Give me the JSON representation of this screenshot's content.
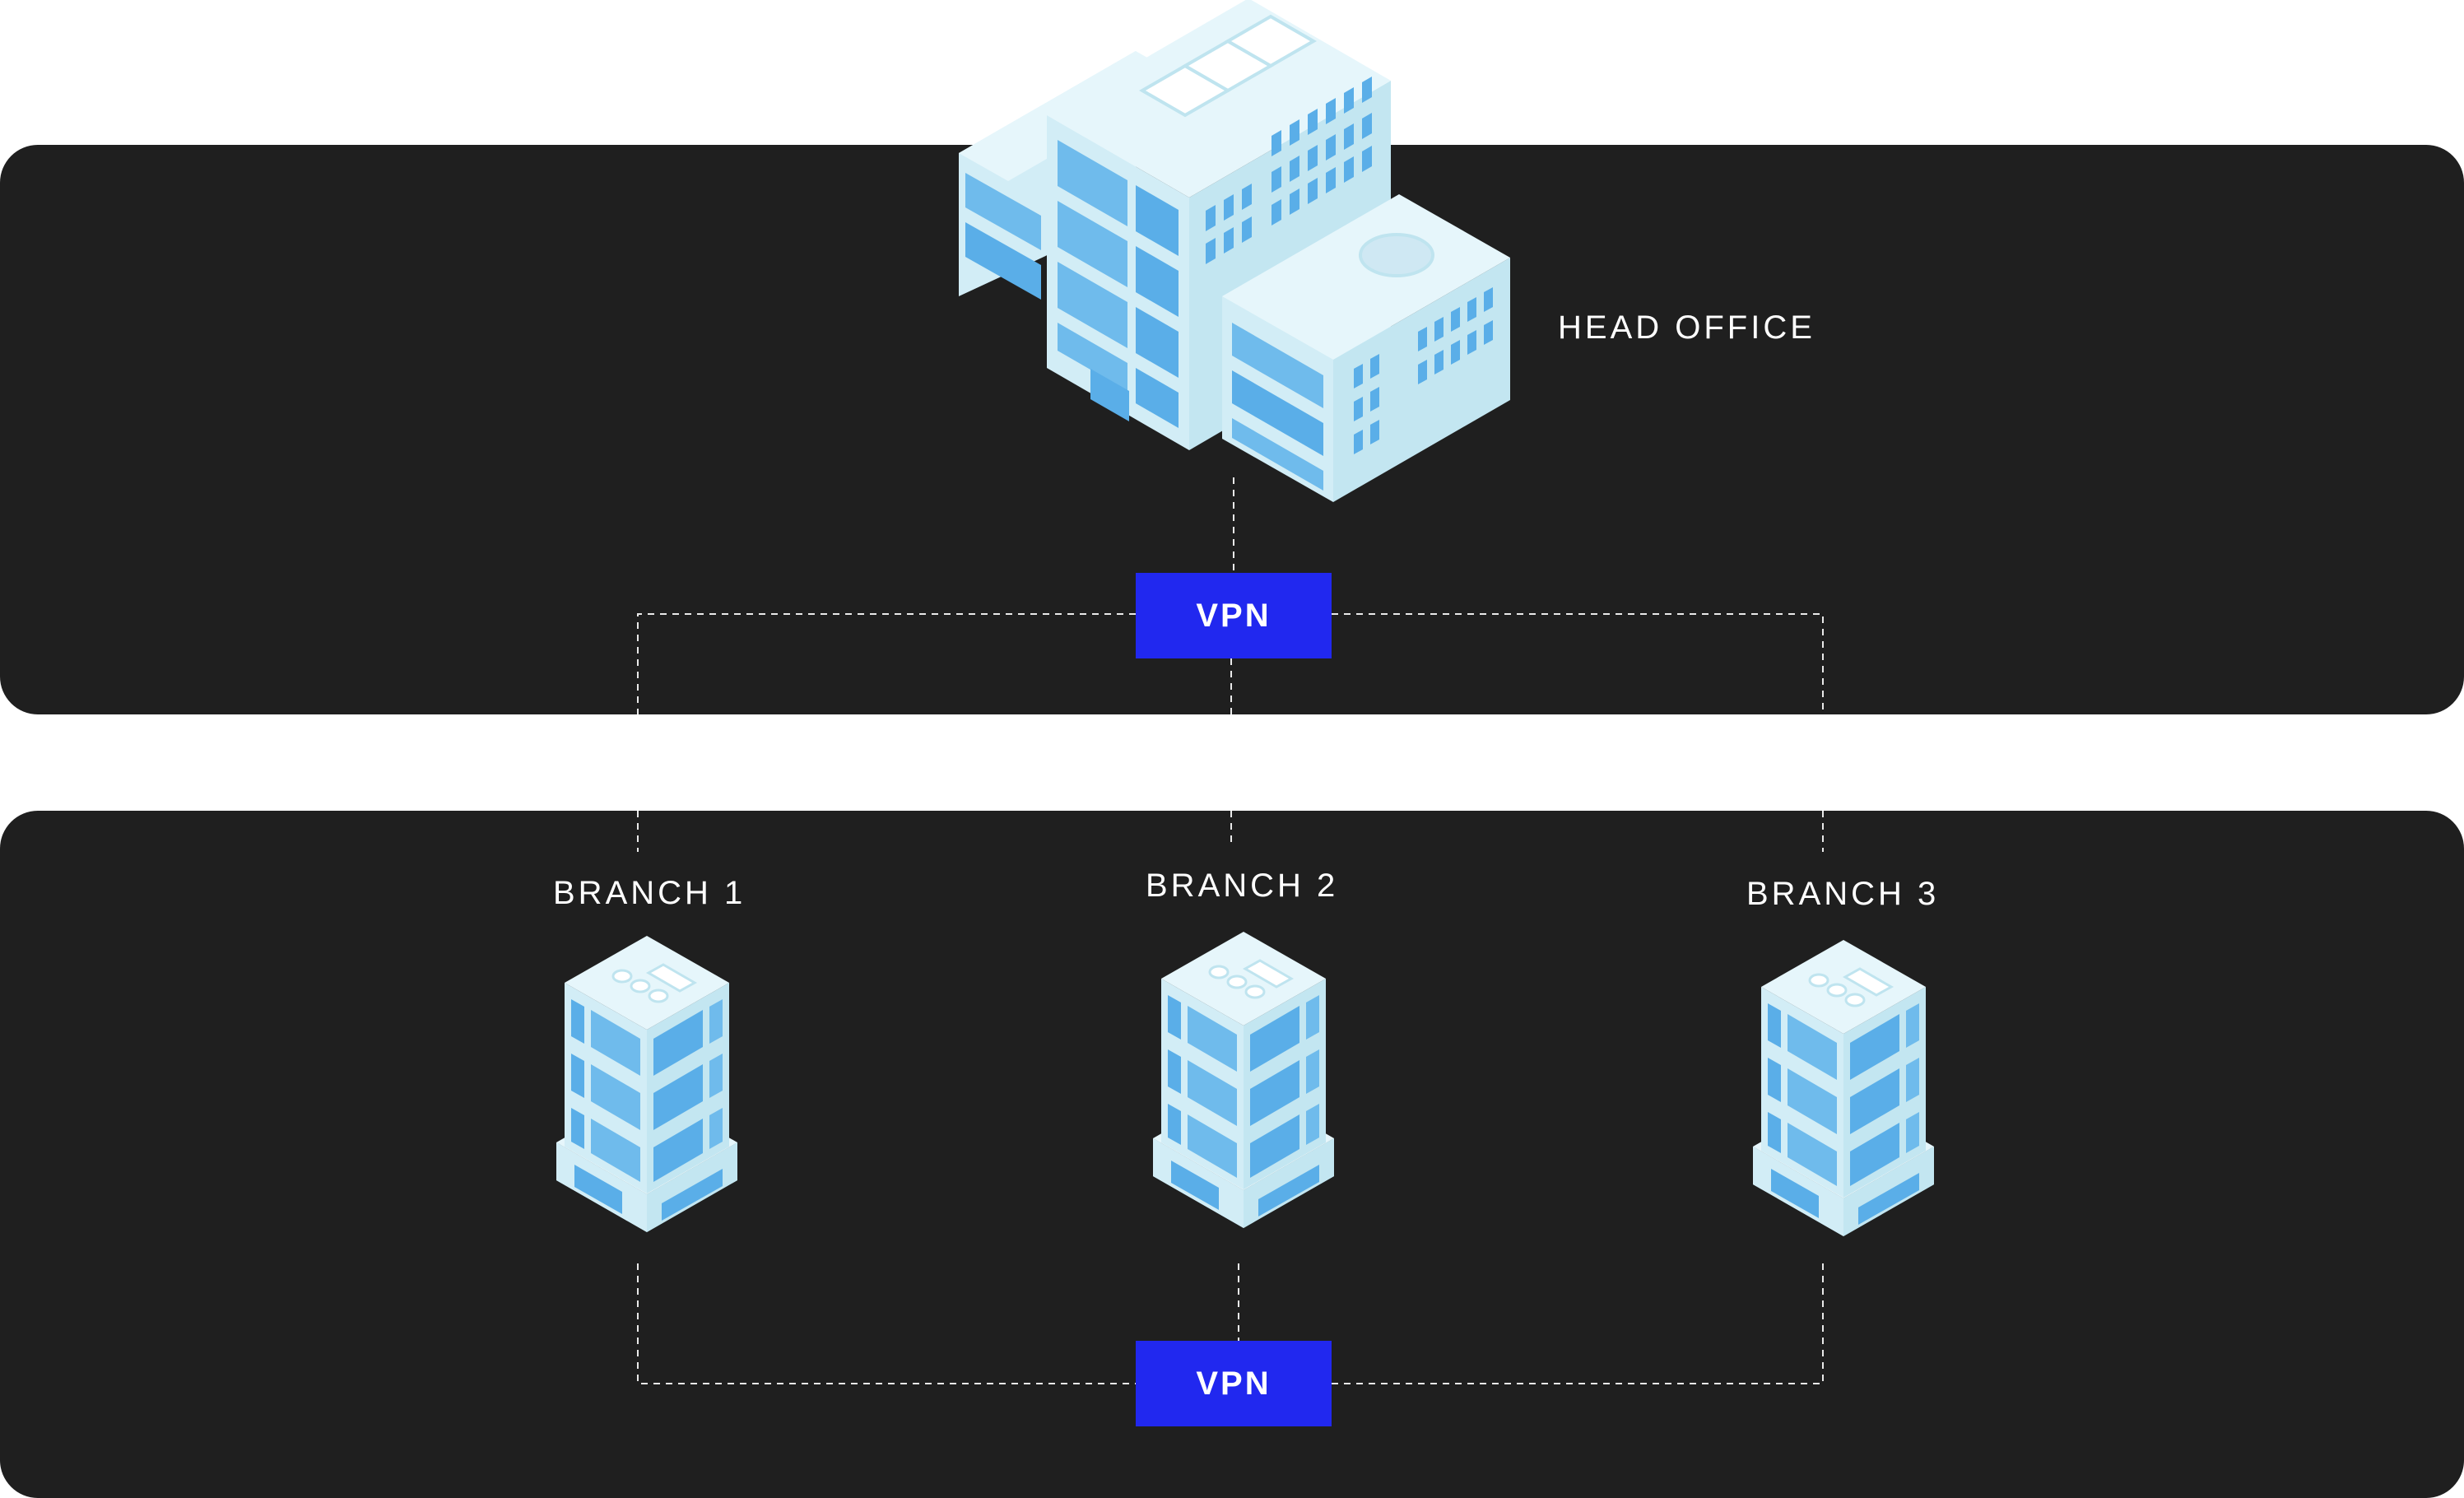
{
  "labels": {
    "head_office": "HEAD OFFICE",
    "branch_1": "BRANCH 1",
    "branch_2": "BRANCH 2",
    "branch_3": "BRANCH 3"
  },
  "vpn": {
    "top": "VPN",
    "bottom": "VPN"
  },
  "colors": {
    "panel": "#1f1f1f",
    "vpn": "#2128ef",
    "connector": "#ffffff",
    "building_light": "#e6f6fb",
    "building_side": "#bfe4ef",
    "window": "#5aaee8"
  },
  "icons": [
    "head-office-building-icon",
    "branch-building-icon"
  ]
}
